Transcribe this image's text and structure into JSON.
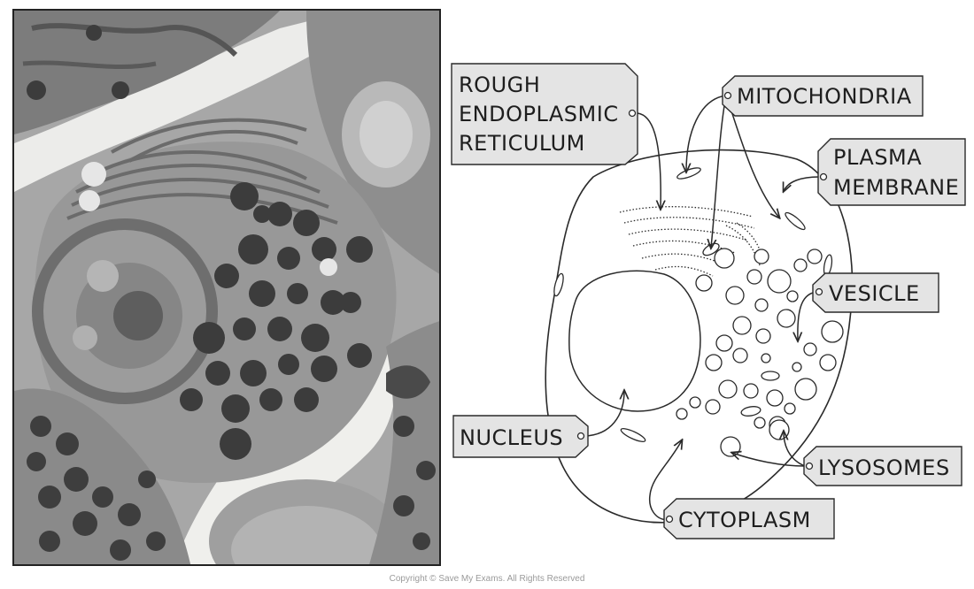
{
  "labels": {
    "rough_er": [
      "ROUGH",
      "ENDOPLASMIC",
      "RETICULUM"
    ],
    "mitochondria": "MITOCHONDRIA",
    "plasma_membrane": [
      "PLASMA",
      "MEMBRANE"
    ],
    "vesicle": "VESICLE",
    "nucleus": "NUCLEUS",
    "lysosomes": "LYSOSOMES",
    "cytoplasm": "CYTOPLASM"
  },
  "copyright": "Copyright © Save My Exams. All Rights Reserved",
  "colors": {
    "label_fill": "#e4e4e4",
    "label_stroke": "#2a2a2a",
    "outline": "#2a2a2a",
    "micrograph_base": "#a9a9a9"
  }
}
